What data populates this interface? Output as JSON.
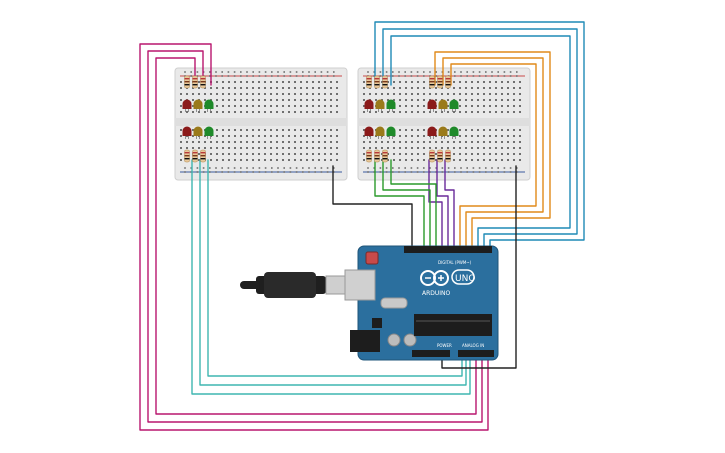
{
  "canvas": {
    "background": "#ffffff"
  },
  "arduino": {
    "brand": "ARDUINO",
    "model": "UNO",
    "digital_label": "DIGITAL (PWM~)",
    "power_label": "POWER",
    "analog_label": "ANALOG IN",
    "board_color": "#2b6f9e",
    "usb_cable_color": "#1f1f1f"
  },
  "breadboards": [
    {
      "name": "breadboard-left"
    },
    {
      "name": "breadboard-right"
    }
  ],
  "led_colors": {
    "red": "#8b1a1a",
    "yellow": "#9a7a1a",
    "green": "#1f8a2a"
  },
  "wire_colors": {
    "magenta": "#b8166e",
    "cyan": "#3fb6b0",
    "blue": "#1f8ab6",
    "orange": "#e08a1a",
    "purple": "#6a2a9a",
    "green": "#2a9a2a",
    "black": "#222222"
  }
}
